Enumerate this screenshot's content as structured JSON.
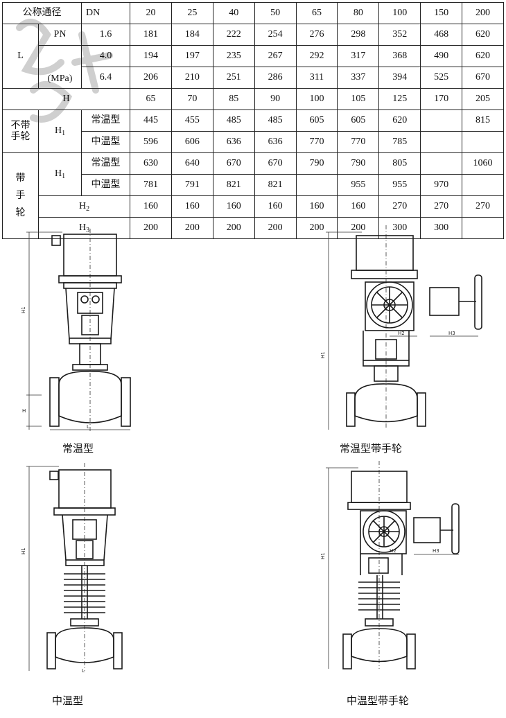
{
  "table": {
    "dn_label": "公称通径",
    "dn_unit": "DN",
    "dn_values": [
      "20",
      "25",
      "40",
      "50",
      "65",
      "80",
      "100",
      "150",
      "200"
    ],
    "L_label": "L",
    "pn_label": "PN",
    "mpa_label": "(MPa)",
    "pn_rows": [
      {
        "pn": "1.6",
        "values": [
          "181",
          "184",
          "222",
          "254",
          "276",
          "298",
          "352",
          "468",
          "620"
        ]
      },
      {
        "pn": "4.0",
        "values": [
          "194",
          "197",
          "235",
          "267",
          "292",
          "317",
          "368",
          "490",
          "620"
        ]
      },
      {
        "pn": "6.4",
        "values": [
          "206",
          "210",
          "251",
          "286",
          "311",
          "337",
          "394",
          "525",
          "670"
        ]
      }
    ],
    "H_label": "H",
    "H_values": [
      "65",
      "70",
      "85",
      "90",
      "100",
      "105",
      "125",
      "170",
      "205"
    ],
    "no_handwheel_label_1": "不带",
    "no_handwheel_label_2": "手轮",
    "handwheel_label_1": "带",
    "handwheel_label_2": "手",
    "handwheel_label_3": "轮",
    "H1_base": "H",
    "H1_sub": "1",
    "normal_temp": "常温型",
    "mid_temp": "中温型",
    "nh_normal": [
      "445",
      "455",
      "485",
      "485",
      "605",
      "605",
      "620",
      "",
      "815"
    ],
    "nh_mid": [
      "596",
      "606",
      "636",
      "636",
      "770",
      "770",
      "785",
      "",
      ""
    ],
    "wh_normal": [
      "630",
      "640",
      "670",
      "670",
      "790",
      "790",
      "805",
      "",
      "1060"
    ],
    "wh_mid": [
      "781",
      "791",
      "821",
      "821",
      "",
      "955",
      "955",
      "970",
      ""
    ],
    "H2_base": "H",
    "H2_sub": "2",
    "H2_values": [
      "160",
      "160",
      "160",
      "160",
      "160",
      "160",
      "270",
      "270",
      "270"
    ],
    "H3_base": "H",
    "H3_sub": "3",
    "H3_values": [
      "200",
      "200",
      "200",
      "200",
      "200",
      "200",
      "300",
      "300",
      ""
    ]
  },
  "figures": {
    "fig1_caption": "常温型",
    "fig2_caption": "常温型带手轮",
    "fig3_caption": "中温型",
    "fig4_caption": "中温型带手轮"
  },
  "colors": {
    "line": "#1a1a1a",
    "watermark": "#c8c8c8"
  }
}
